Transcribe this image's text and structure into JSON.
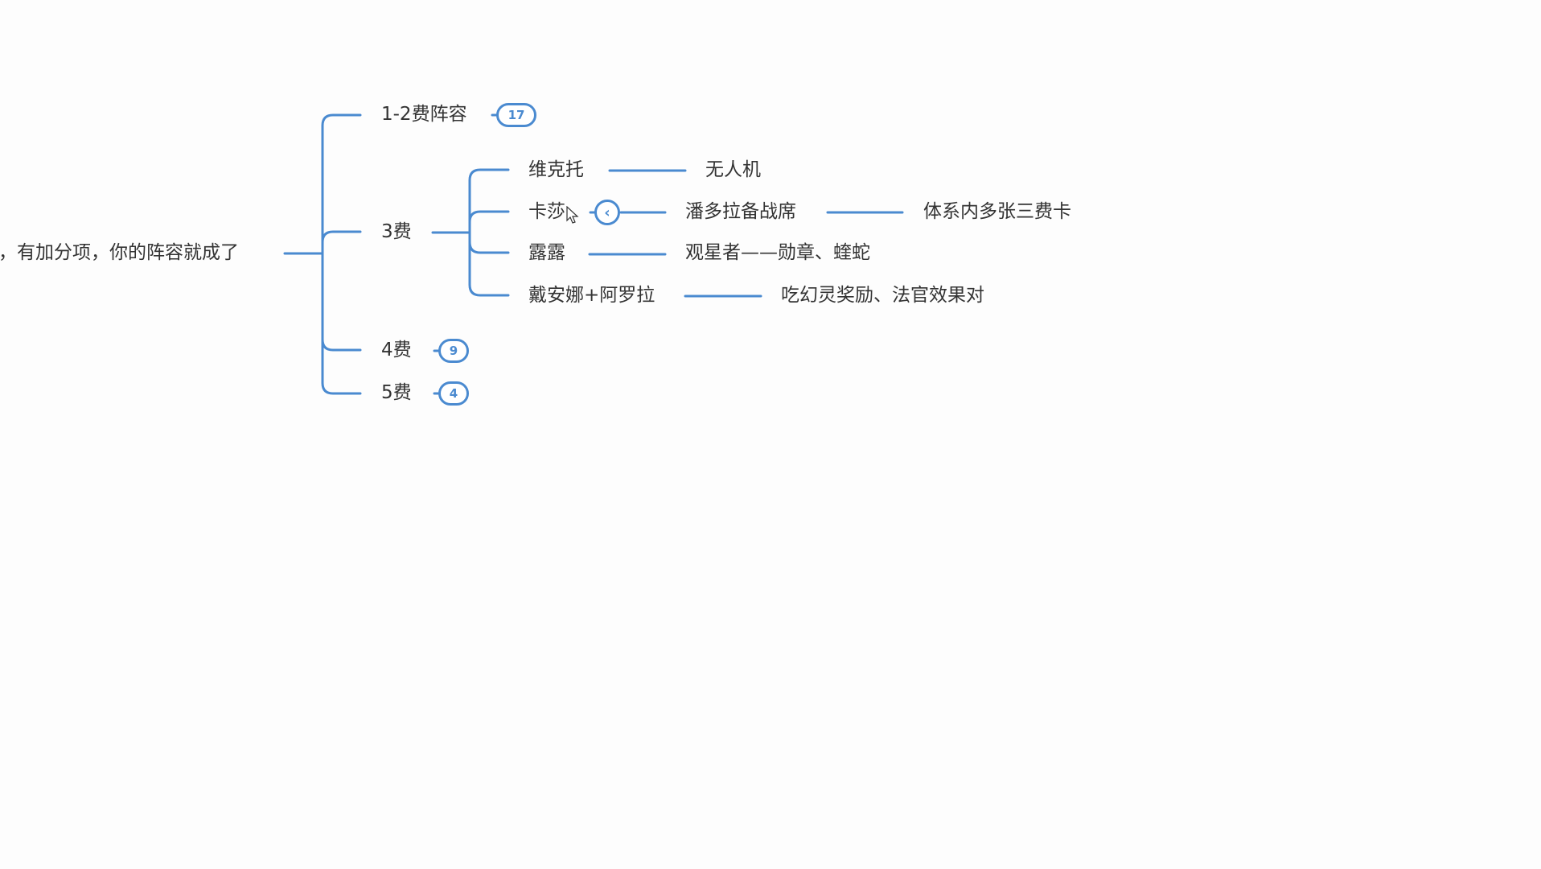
{
  "root": {
    "text": "，有加分项，你的阵容就成了"
  },
  "branches": [
    {
      "label": "1-2费阵容",
      "count": "17"
    },
    {
      "label": "3费"
    },
    {
      "label": "4费",
      "count": "9"
    },
    {
      "label": "5费",
      "count": "4"
    }
  ],
  "three_cost": [
    {
      "label": "维克托",
      "children": [
        "无人机"
      ]
    },
    {
      "label": "卡莎",
      "children": [
        "潘多拉备战席",
        "体系内多张三费卡"
      ]
    },
    {
      "label": "露露",
      "children": [
        "观星者——勋章、蝰蛇"
      ]
    },
    {
      "label": "戴安娜+阿罗拉",
      "children": [
        "吃幻灵奖励、法官效果对"
      ]
    }
  ],
  "colors": {
    "line": "#4a8ad0",
    "text": "#333333"
  },
  "icons": {
    "collapse": "chevron-left-icon",
    "cursor": "mouse-cursor-icon"
  }
}
